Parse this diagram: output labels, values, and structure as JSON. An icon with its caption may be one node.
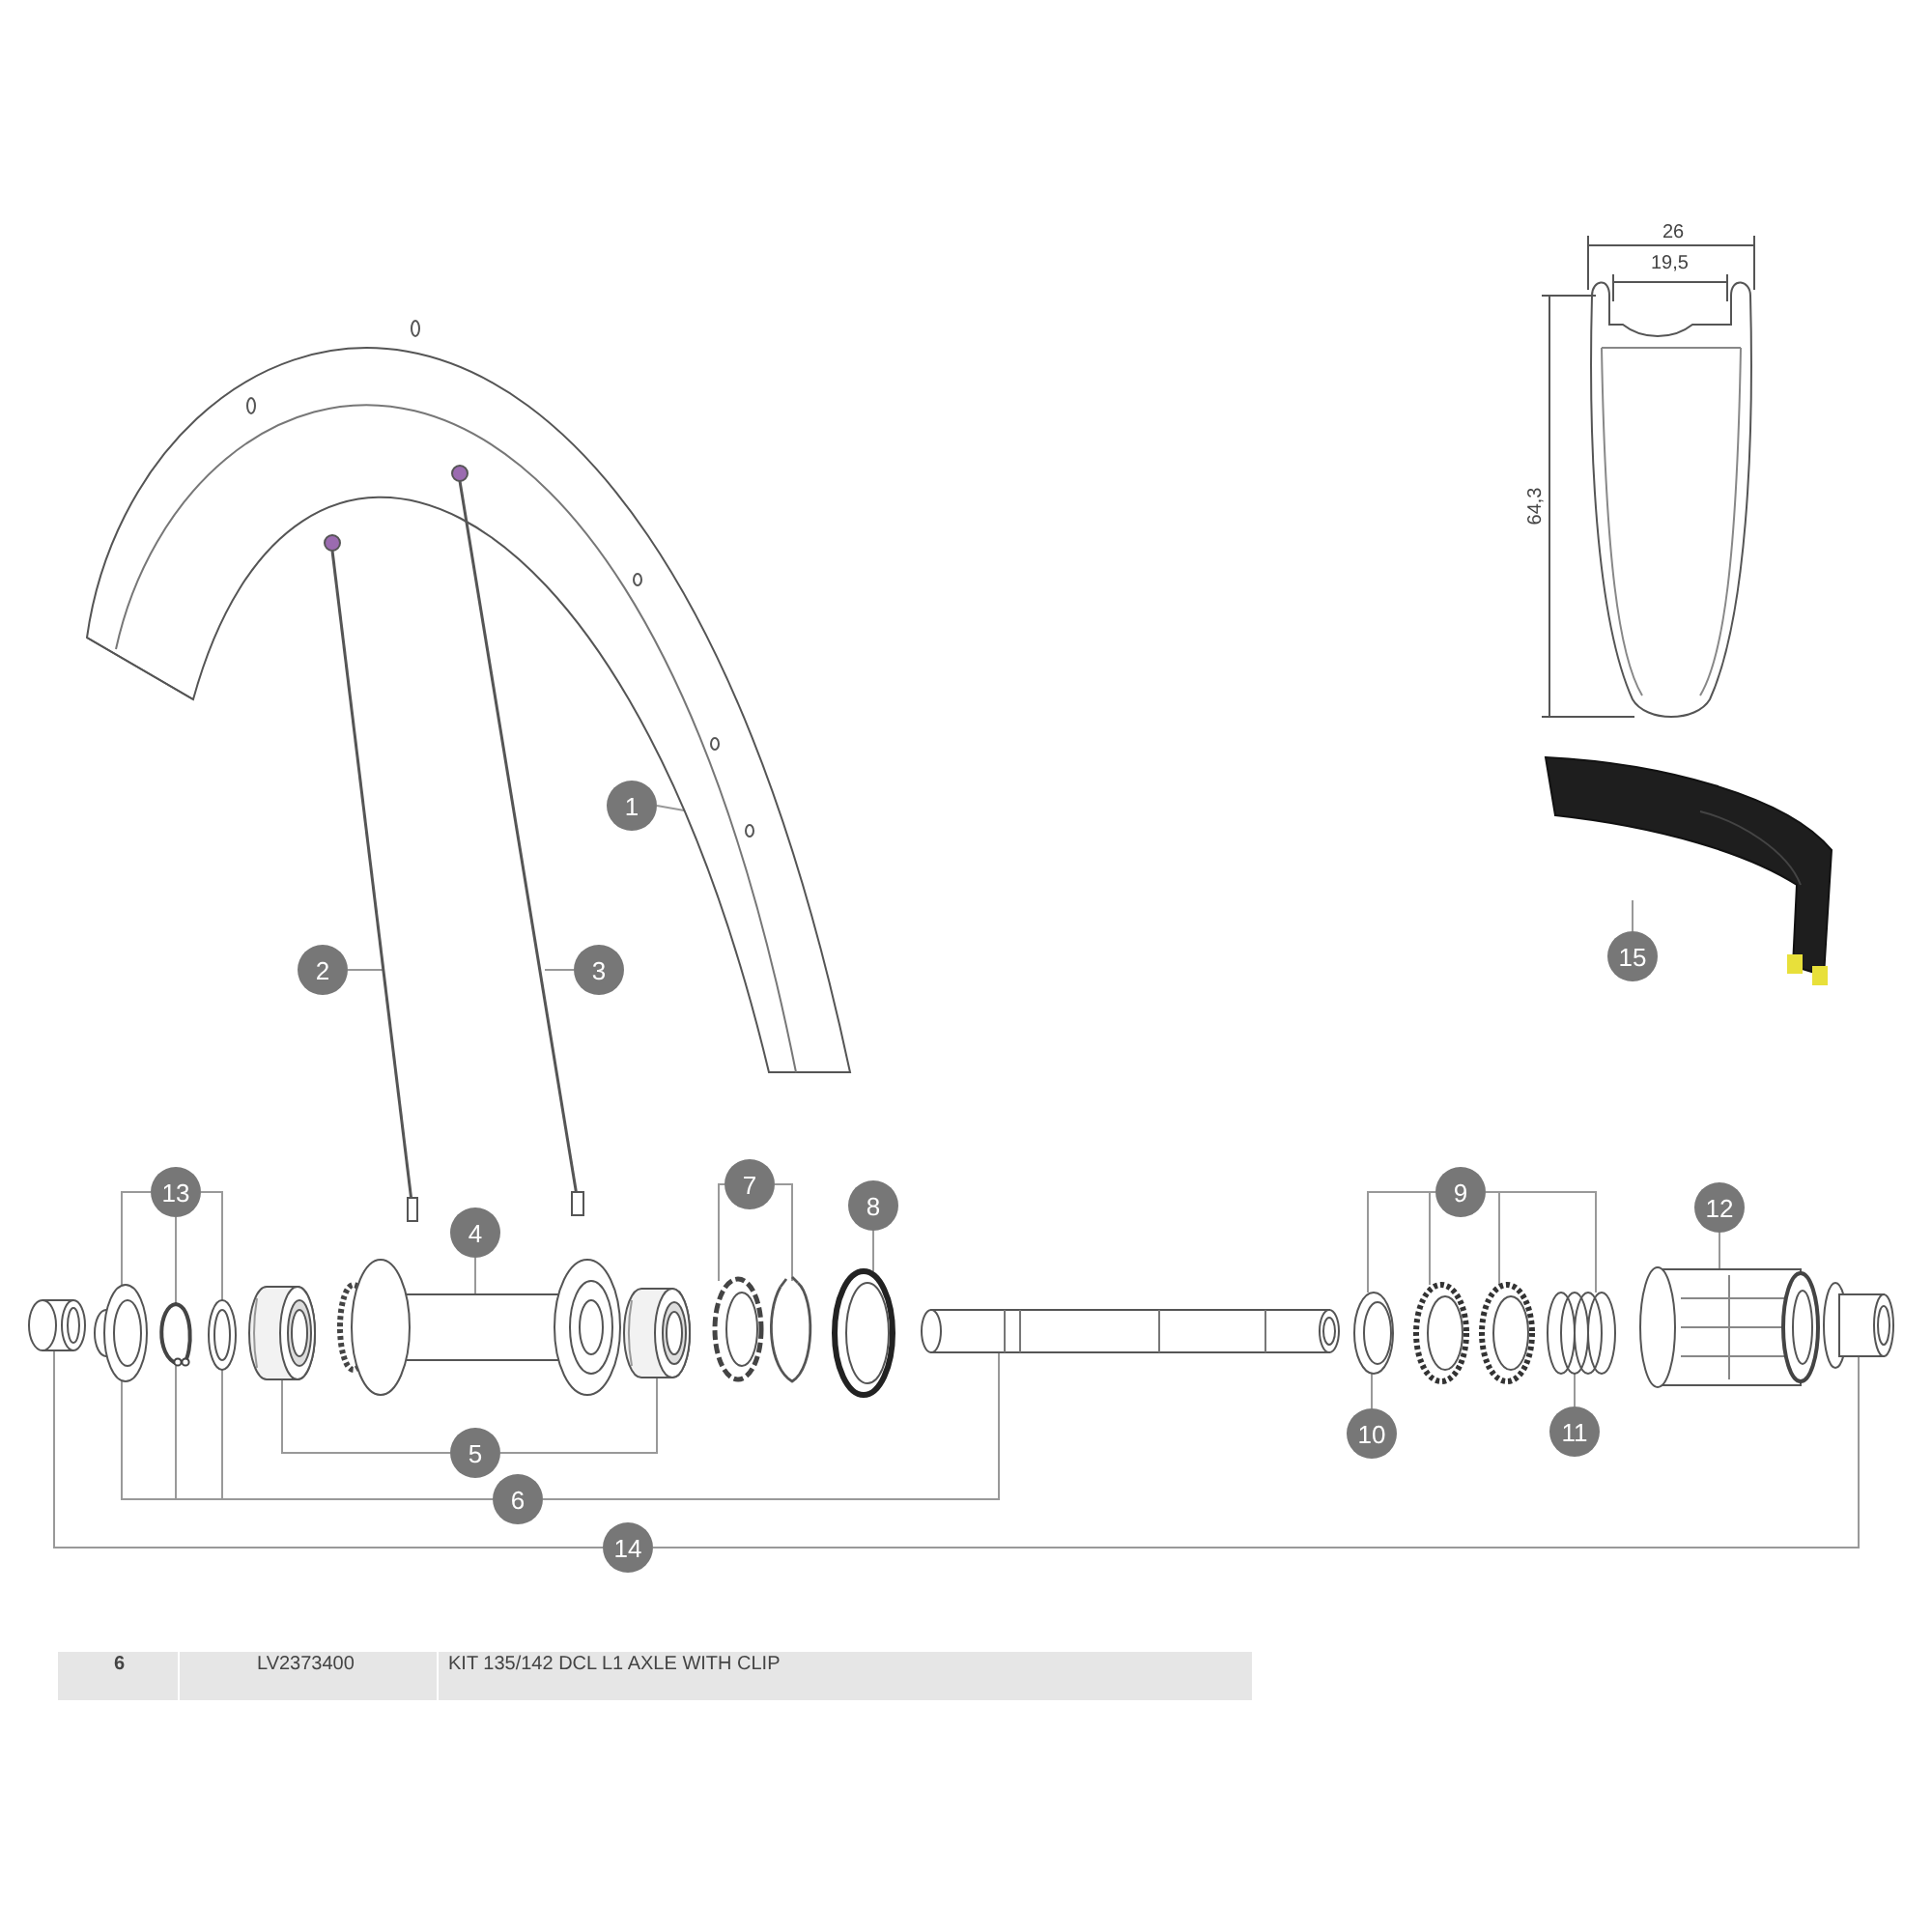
{
  "diagram": {
    "nodes": [
      {
        "text": [
          "1"
        ]
      },
      {
        "text": [
          "2"
        ]
      },
      {
        "text": [
          "3"
        ]
      },
      {
        "text": [
          "4"
        ]
      },
      {
        "text": [
          "5"
        ]
      },
      {
        "text": [
          "6"
        ]
      },
      {
        "text": [
          "7"
        ]
      },
      {
        "text": [
          "8"
        ]
      },
      {
        "text": [
          "9"
        ]
      },
      {
        "text": [
          "10"
        ]
      },
      {
        "text": [
          "11"
        ]
      },
      {
        "text": [
          "12"
        ]
      },
      {
        "text": [
          "13"
        ]
      },
      {
        "text": [
          "14"
        ]
      },
      {
        "text": [
          "15"
        ]
      },
      {
        "text": [],
        "shape": "picture"
      },
      {
        "text": [],
        "shape": "picture"
      },
      {
        "text": [],
        "shape": "picture"
      },
      {
        "text": [],
        "shape": "picture"
      },
      {
        "text": [],
        "shape": "picture"
      },
      {
        "text": [],
        "shape": "picture"
      },
      {
        "text": [],
        "shape": "picture"
      },
      {
        "text": [],
        "shape": "picture"
      },
      {
        "text": [],
        "shape": "picture"
      },
      {
        "text": [],
        "shape": "picture"
      },
      {
        "text": [],
        "shape": "picture"
      },
      {
        "text": [],
        "shape": "picture"
      },
      {
        "text": [],
        "shape": "picture"
      },
      {
        "text": [],
        "shape": "picture"
      },
      {
        "text": [],
        "shape": "picture"
      },
      {
        "text": [],
        "shape": "picture"
      },
      {
        "text": [],
        "shape": "picture"
      },
      {
        "text": [],
        "shape": "picture"
      },
      {
        "text": [],
        "shape": "picture"
      },
      {
        "text": [],
        "shape": "picture"
      },
      {
        "text": [],
        "shape": "picture"
      }
    ],
    "edges": [
      {
        "from": 0,
        "to": 15,
        "arrow": "none"
      },
      {
        "from": 1,
        "to": 16,
        "arrow": "none"
      },
      {
        "from": 2,
        "to": 17,
        "arrow": "none"
      },
      {
        "from": 3,
        "to": 24,
        "arrow": "none"
      },
      {
        "from": 4,
        "to": 23,
        "arrow": "none"
      },
      {
        "from": 4,
        "to": 25,
        "arrow": "none"
      },
      {
        "from": 5,
        "to": 20,
        "arrow": "none"
      },
      {
        "from": 5,
        "to": 21,
        "arrow": "none"
      },
      {
        "from": 5,
        "to": 22,
        "arrow": "none"
      },
      {
        "from": 5,
        "to": 29,
        "arrow": "none"
      },
      {
        "from": 6,
        "to": 26,
        "arrow": "none"
      },
      {
        "from": 6,
        "to": 27,
        "arrow": "none"
      },
      {
        "from": 7,
        "to": 28,
        "arrow": "none"
      },
      {
        "from": 8,
        "to": 30,
        "arrow": "none"
      },
      {
        "from": 8,
        "to": 31,
        "arrow": "none"
      },
      {
        "from": 8,
        "to": 32,
        "arrow": "none"
      },
      {
        "from": 8,
        "to": 33,
        "arrow": "none"
      },
      {
        "from": 9,
        "to": 30,
        "arrow": "none"
      },
      {
        "from": 10,
        "to": 33,
        "arrow": "none"
      },
      {
        "from": 11,
        "to": 34,
        "arrow": "none"
      },
      {
        "from": 12,
        "to": 20,
        "arrow": "none"
      },
      {
        "from": 12,
        "to": 21,
        "arrow": "none"
      },
      {
        "from": 12,
        "to": 22,
        "arrow": "none"
      },
      {
        "from": 13,
        "to": 19,
        "arrow": "none"
      },
      {
        "from": 13,
        "to": 35,
        "arrow": "none"
      },
      {
        "from": 14,
        "to": 18,
        "arrow": "none"
      }
    ],
    "labels": [
      "26",
      "19,5",
      "64,3",
      "6",
      "LV2373400",
      "KIT 135/142 DCL L1 AXLE WITH CLIP"
    ]
  }
}
